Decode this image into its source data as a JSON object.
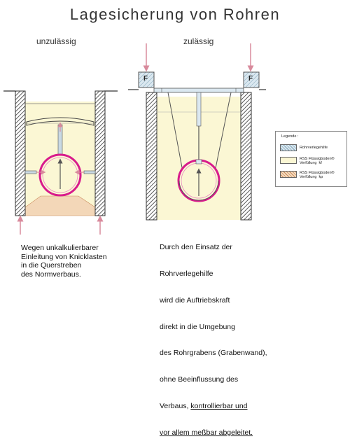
{
  "title": "Lagesicherung von Rohren",
  "left": {
    "label": "unzulässig",
    "note": "Wegen unkalkulierbarer\nEinleitung von Knicklasten\nin die Querstreben\ndes Normverbaus."
  },
  "right": {
    "label": "zulässig",
    "force_label": "F",
    "note_lines": [
      "Durch den Einsatz der",
      "Rohrverlegehilfe",
      "wird die Auftriebskraft",
      "direkt in die Umgebung",
      "des Rohrgrabens (Grabenwand),",
      "ohne Beeinflussung des",
      "Verbaus,"
    ],
    "note_underlined_1": "kontrollierbar und",
    "note_underlined_2": "vor allem meßbar abgeleitet."
  },
  "legend": {
    "title": "Legende :",
    "items": [
      {
        "label": "Rohrverlegehilfe",
        "color": "#cfe0ea"
      },
      {
        "label": "RSS Flüssigboden®\nVerfüllung  kf",
        "color": "#fbf7d4"
      },
      {
        "label": "RSS Flüssigboden®\nVerfüllung  kp",
        "color": "#f3d7b8"
      }
    ]
  },
  "colors": {
    "fill_kf": "#fbf7d4",
    "fill_kp": "#f3d7b8",
    "wall": "#444444",
    "pipe": "#d81b8c",
    "arrow_force": "#d88a9c"
  }
}
